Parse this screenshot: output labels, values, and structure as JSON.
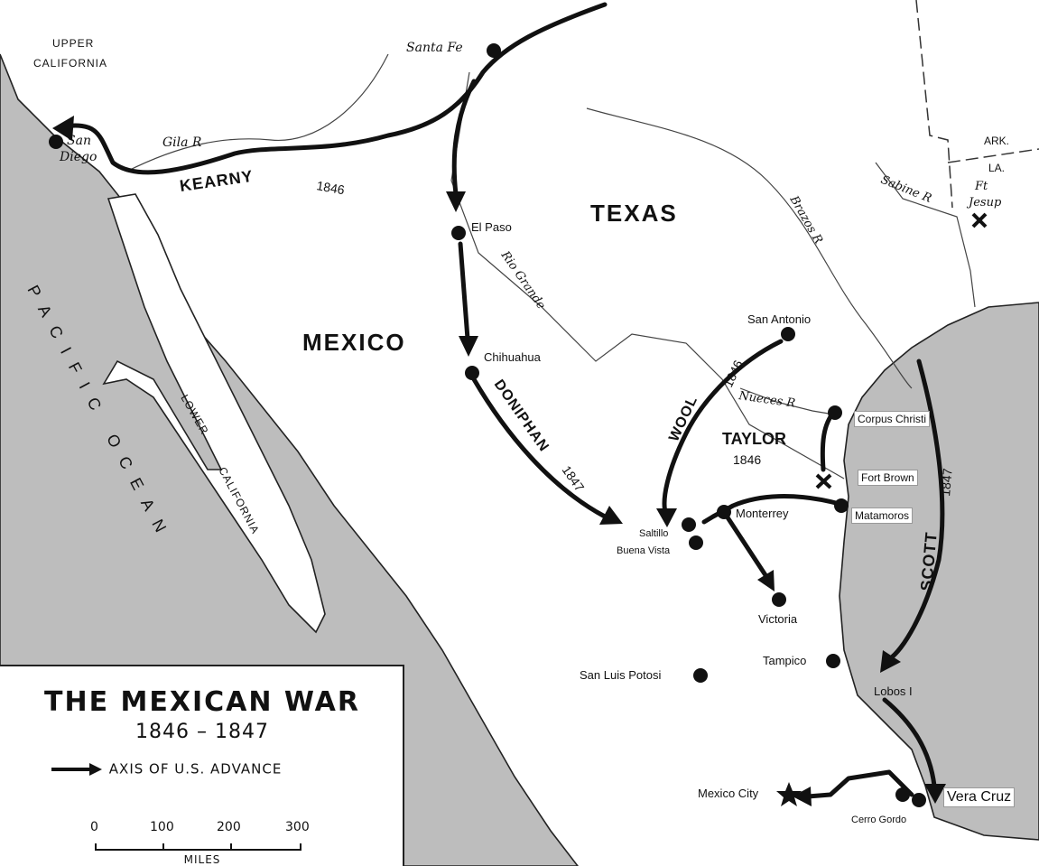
{
  "title": "THE MEXICAN WAR",
  "dates": "1846 – 1847",
  "legend": {
    "arrow_label": "AXIS OF U.S. ADVANCE"
  },
  "scale": {
    "ticks": [
      "0",
      "100",
      "200",
      "300"
    ],
    "unit": "MILES"
  },
  "regions": {
    "upper_california_1": "UPPER",
    "upper_california_2": "CALIFORNIA",
    "lower_california_1": "LOWER",
    "lower_california_2": "CALIFORNIA",
    "texas": "TEXAS",
    "mexico": "MEXICO",
    "pacific_ocean": "PACIFIC OCEAN",
    "ark": "ARK.",
    "la": "LA."
  },
  "rivers": {
    "gila": "Gila R",
    "rio_grande": "Rio Grande",
    "brazos": "Brazos R",
    "sabine": "Sabine R",
    "nueces": "Nueces R"
  },
  "commanders": {
    "kearny": "KEARNY",
    "kearny_year": "1846",
    "doniphan": "DONIPHAN",
    "doniphan_year": "1847",
    "wool": "WOOL",
    "wool_year": "1846",
    "taylor": "TAYLOR",
    "taylor_year": "1846",
    "scott": "SCOTT",
    "scott_year": "1847"
  },
  "places": {
    "santa_fe": "Santa Fe",
    "san_diego_1": "San",
    "san_diego_2": "Diego",
    "el_paso": "El Paso",
    "chihuahua": "Chihuahua",
    "san_antonio": "San Antonio",
    "corpus_christi": "Corpus Christi",
    "fort_brown": "Fort Brown",
    "matamoros": "Matamoros",
    "monterrey": "Monterrey",
    "saltillo": "Saltillo",
    "buena_vista": "Buena Vista",
    "victoria": "Victoria",
    "tampico": "Tampico",
    "lobos": "Lobos I",
    "san_luis_potosi": "San Luis Potosi",
    "mexico_city": "Mexico City",
    "cerro_gordo": "Cerro Gordo",
    "vera_cruz": "Vera Cruz",
    "ft_jesup_1": "Ft",
    "ft_jesup_2": "Jesup"
  }
}
